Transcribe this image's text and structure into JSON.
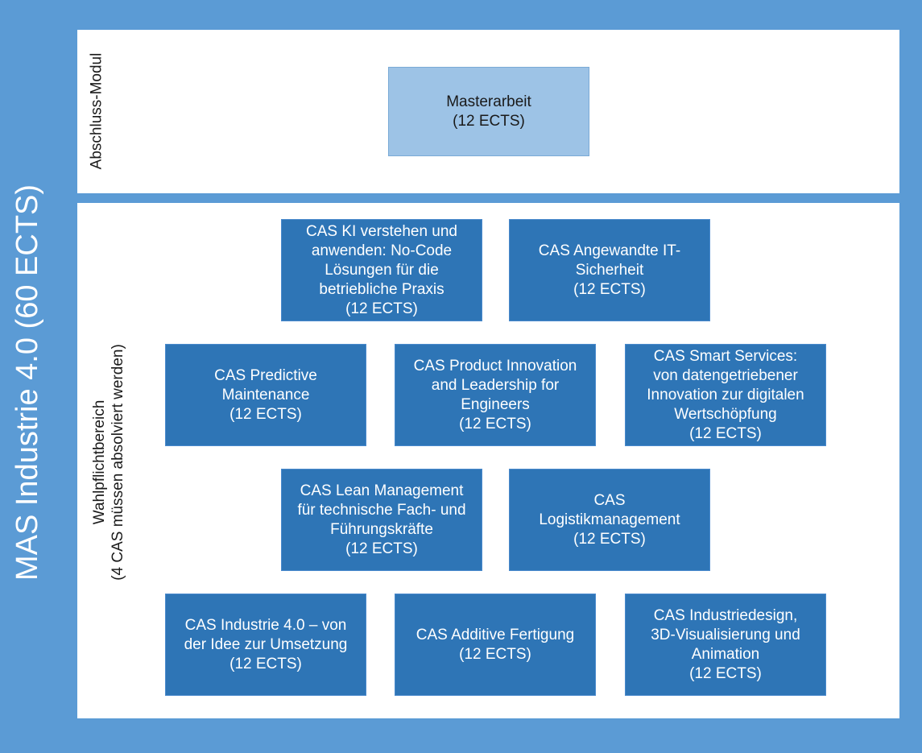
{
  "title": "MAS Industrie 4.0 (60 ECTS)",
  "abschluss": {
    "label": "Abschluss-Modul",
    "master": {
      "name": "Masterarbeit",
      "ects": "(12 ECTS)"
    }
  },
  "wahl": {
    "label_line1": "Wahlpflichtbereich",
    "label_line2": "(4 CAS müssen absolviert werden)",
    "modules": [
      {
        "l1": "CAS KI verstehen und",
        "l2": "anwenden: No-Code",
        "l3": "Lösungen für die",
        "l4": "betriebliche Praxis",
        "ects": "(12 ECTS)"
      },
      {
        "l1": "CAS Angewandte IT-",
        "l2": "Sicherheit",
        "ects": "(12 ECTS)"
      },
      {
        "l1": "CAS Predictive",
        "l2": "Maintenance",
        "ects": "(12 ECTS)"
      },
      {
        "l1": "CAS Product Innovation",
        "l2": "and Leadership for",
        "l3": "Engineers",
        "ects": "(12 ECTS)"
      },
      {
        "l1": "CAS Smart Services:",
        "l2": "von datengetriebener",
        "l3": "Innovation zur digitalen",
        "l4": "Wertschöpfung",
        "ects": "(12 ECTS)"
      },
      {
        "l1": "CAS Lean Management",
        "l2": "für technische Fach- und",
        "l3": "Führungskräfte",
        "ects": "(12 ECTS)"
      },
      {
        "l1": "CAS",
        "l2": "Logistikmanagement",
        "ects": "(12 ECTS)"
      },
      {
        "l1": "CAS Industrie 4.0 – von",
        "l2": "der Idee zur Umsetzung",
        "ects": "(12 ECTS)"
      },
      {
        "l1": "CAS Additive Fertigung",
        "ects": "(12 ECTS)"
      },
      {
        "l1": "CAS Industriedesign,",
        "l2": "3D-Visualisierung und",
        "l3": "Animation",
        "ects": "(12 ECTS)"
      }
    ]
  }
}
